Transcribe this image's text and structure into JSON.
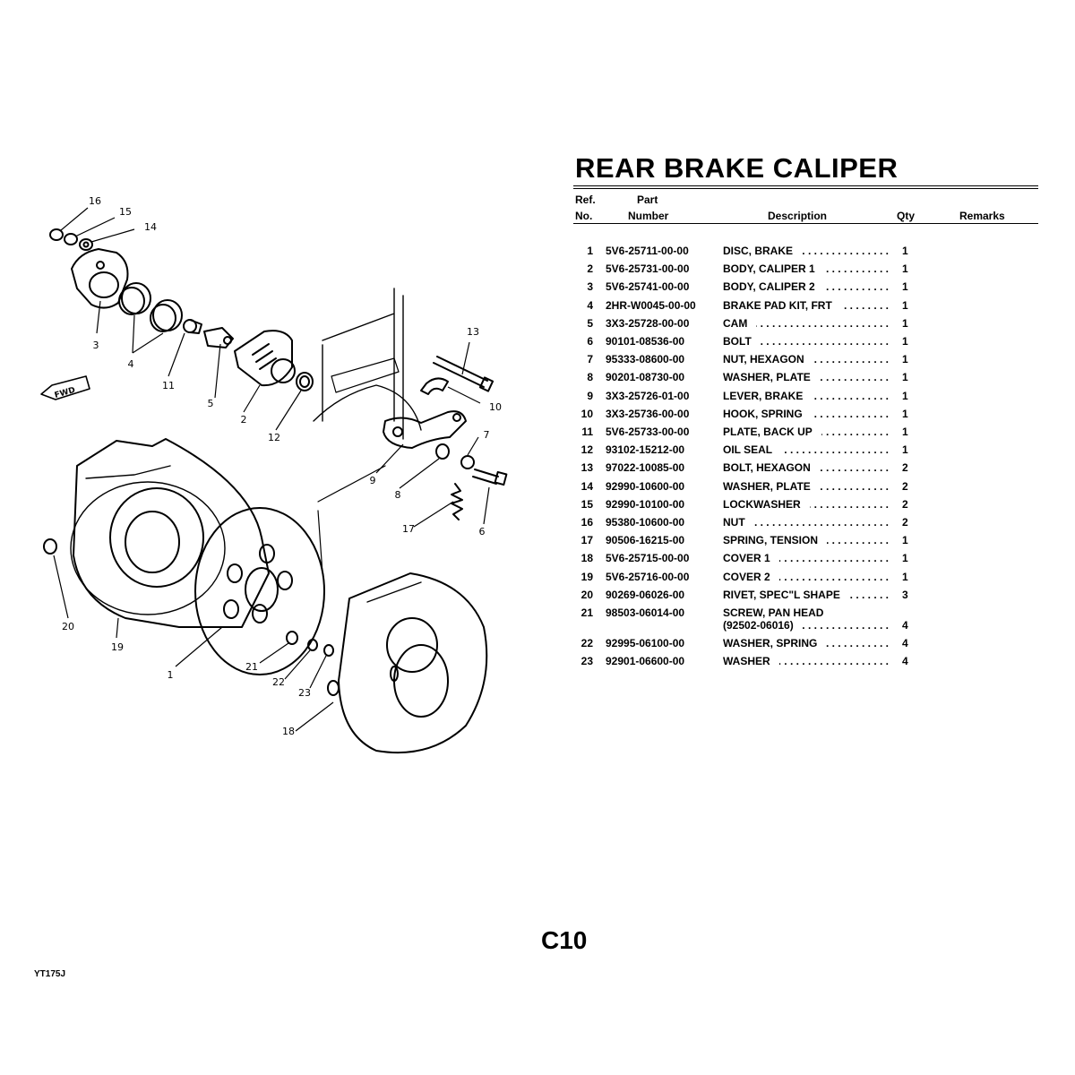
{
  "title": "REAR BRAKE CALIPER",
  "headers": {
    "ref_line1": "Ref.",
    "ref_line2": "No.",
    "part_line1": "Part",
    "part_line2": "Number",
    "description": "Description",
    "qty": "Qty",
    "remarks": "Remarks"
  },
  "parts": [
    {
      "ref": "1",
      "part_number": "5V6-25711-00-00",
      "description": "DISC, BRAKE",
      "qty": "1"
    },
    {
      "ref": "2",
      "part_number": "5V6-25731-00-00",
      "description": "BODY, CALIPER 1",
      "qty": "1"
    },
    {
      "ref": "3",
      "part_number": "5V6-25741-00-00",
      "description": "BODY, CALIPER 2",
      "qty": "1"
    },
    {
      "ref": "4",
      "part_number": "2HR-W0045-00-00",
      "description": "BRAKE PAD KIT, FRT",
      "qty": "1"
    },
    {
      "ref": "5",
      "part_number": "3X3-25728-00-00",
      "description": "CAM",
      "qty": "1"
    },
    {
      "ref": "6",
      "part_number": "90101-08536-00",
      "description": "BOLT",
      "qty": "1"
    },
    {
      "ref": "7",
      "part_number": "95333-08600-00",
      "description": "NUT, HEXAGON",
      "qty": "1"
    },
    {
      "ref": "8",
      "part_number": "90201-08730-00",
      "description": "WASHER, PLATE",
      "qty": "1"
    },
    {
      "ref": "9",
      "part_number": "3X3-25726-01-00",
      "description": "LEVER, BRAKE",
      "qty": "1"
    },
    {
      "ref": "10",
      "part_number": "3X3-25736-00-00",
      "description": "HOOK, SPRING",
      "qty": "1"
    },
    {
      "ref": "11",
      "part_number": "5V6-25733-00-00",
      "description": "PLATE, BACK UP",
      "qty": "1"
    },
    {
      "ref": "12",
      "part_number": "93102-15212-00",
      "description": "OIL SEAL",
      "qty": "1"
    },
    {
      "ref": "13",
      "part_number": "97022-10085-00",
      "description": "BOLT, HEXAGON",
      "qty": "2"
    },
    {
      "ref": "14",
      "part_number": "92990-10600-00",
      "description": "WASHER, PLATE",
      "qty": "2"
    },
    {
      "ref": "15",
      "part_number": "92990-10100-00",
      "description": "LOCKWASHER",
      "qty": "2"
    },
    {
      "ref": "16",
      "part_number": "95380-10600-00",
      "description": "NUT",
      "qty": "2"
    },
    {
      "ref": "17",
      "part_number": "90506-16215-00",
      "description": "SPRING, TENSION",
      "qty": "1"
    },
    {
      "ref": "18",
      "part_number": "5V6-25715-00-00",
      "description": "COVER 1",
      "qty": "1"
    },
    {
      "ref": "19",
      "part_number": "5V6-25716-00-00",
      "description": "COVER 2",
      "qty": "1"
    },
    {
      "ref": "20",
      "part_number": "90269-06026-00",
      "description": "RIVET, SPEC\"L SHAPE",
      "qty": "3"
    },
    {
      "ref": "21",
      "part_number": "98503-06014-00",
      "description": "SCREW, PAN HEAD",
      "description2": "(92502-06016)",
      "qty": "4"
    },
    {
      "ref": "22",
      "part_number": "92995-06100-00",
      "description": "WASHER, SPRING",
      "qty": "4"
    },
    {
      "ref": "23",
      "part_number": "92901-06600-00",
      "description": "WASHER",
      "qty": "4"
    }
  ],
  "page_number": "C10",
  "doc_code": "YT175J",
  "diagram": {
    "callouts": [
      "16",
      "15",
      "14",
      "3",
      "4",
      "11",
      "5",
      "2",
      "12",
      "13",
      "10",
      "7",
      "9",
      "8",
      "6",
      "17",
      "1",
      "19",
      "20",
      "21",
      "22",
      "23",
      "18"
    ],
    "fwd_label": "FWD"
  }
}
